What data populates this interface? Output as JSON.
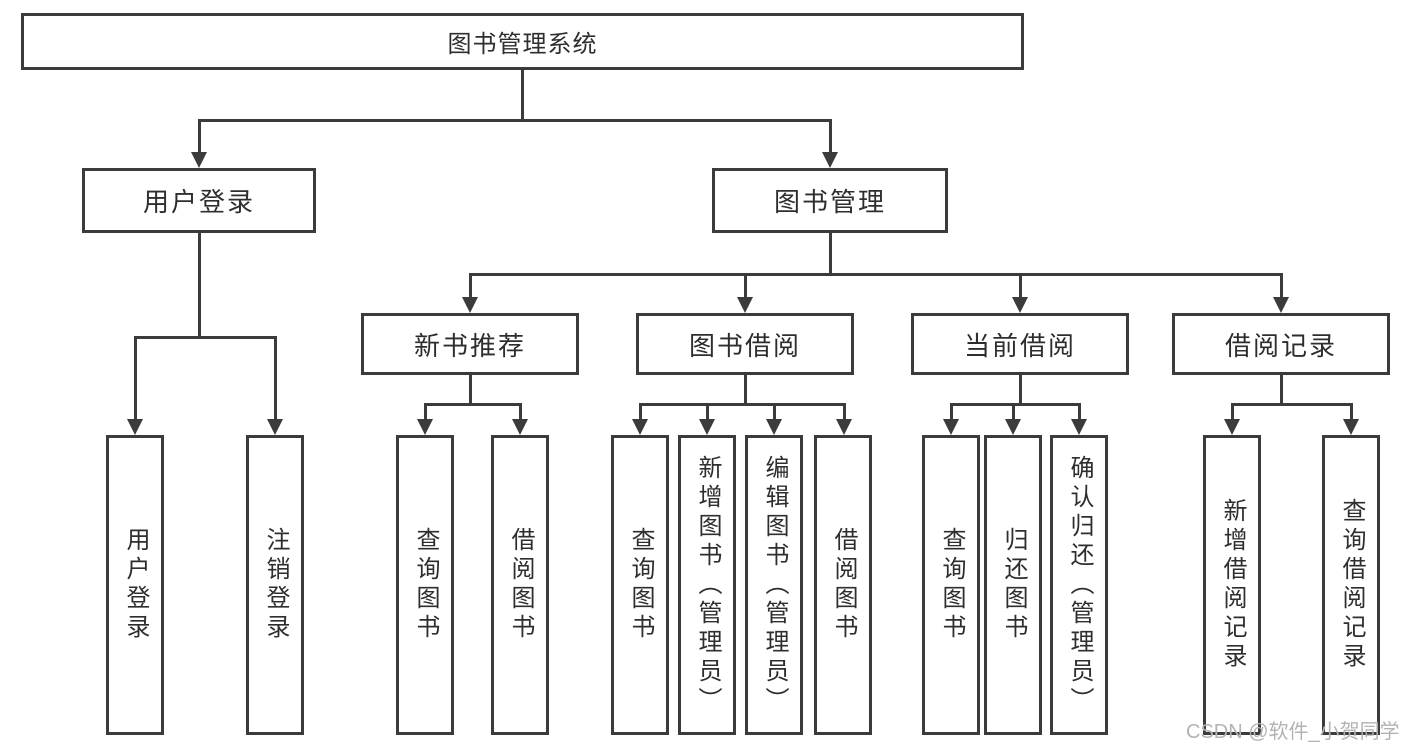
{
  "diagram_type": "hierarchy-tree",
  "tree": {
    "label": "图书管理系统",
    "children": [
      {
        "label": "用户登录",
        "children": [
          {
            "label": "用户登录"
          },
          {
            "label": "注销登录"
          }
        ]
      },
      {
        "label": "图书管理",
        "children": [
          {
            "label": "新书推荐",
            "children": [
              {
                "label": "查询图书"
              },
              {
                "label": "借阅图书"
              }
            ]
          },
          {
            "label": "图书借阅",
            "children": [
              {
                "label": "查询图书"
              },
              {
                "label": "新增图书（管理员）"
              },
              {
                "label": "编辑图书（管理员）"
              },
              {
                "label": "借阅图书"
              }
            ]
          },
          {
            "label": "当前借阅",
            "children": [
              {
                "label": "查询图书"
              },
              {
                "label": "归还图书"
              },
              {
                "label": "确认归还（管理员）"
              }
            ]
          },
          {
            "label": "借阅记录",
            "children": [
              {
                "label": "新增借阅记录"
              },
              {
                "label": "查询借阅记录"
              }
            ]
          }
        ]
      }
    ]
  },
  "watermark": {
    "text": "CSDN @软件_小贺同学"
  },
  "colors": {
    "line": "#3b3b3b",
    "text": "#2e2e2e",
    "bg": "#ffffff",
    "watermark": "#b3b3b3"
  }
}
